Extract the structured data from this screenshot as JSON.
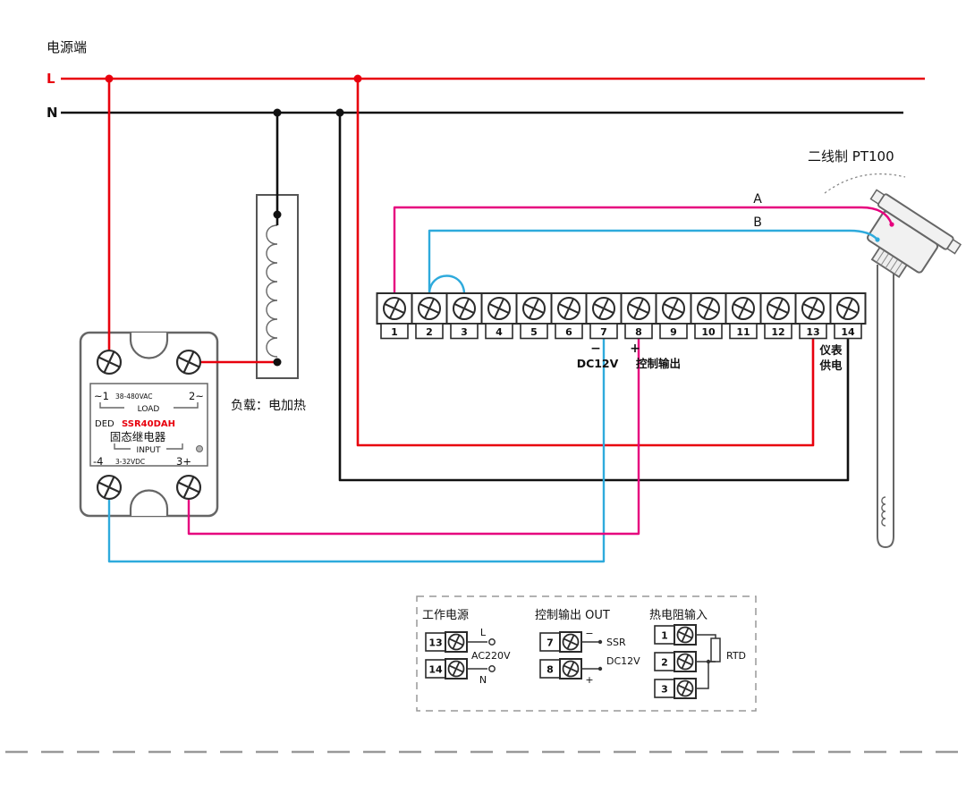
{
  "colors": {
    "l_red": "#e8000d",
    "n_black": "#111111",
    "wire_pink": "#e6007e",
    "wire_blue": "#2eaadc",
    "outline_gray": "#666666"
  },
  "power": {
    "title": "电源端",
    "l_label": "L",
    "n_label": "N"
  },
  "load": {
    "label": "负载：电加热"
  },
  "ssr": {
    "ac_left": "~1",
    "ac_rating": "38-480VAC",
    "ac_right": "2~",
    "load_bracket": "LOAD",
    "brand": "DED",
    "model": "SSR40DAH",
    "name": "固态继电器",
    "input_bracket": "INPUT",
    "dc_left": "-4",
    "dc_rating": "3-32VDC",
    "dc_right": "3+"
  },
  "sensor": {
    "title": "二线制 PT100",
    "wire_a_label": "A",
    "wire_b_label": "B"
  },
  "terminal_strip": {
    "numbers": [
      "1",
      "2",
      "3",
      "4",
      "5",
      "6",
      "7",
      "8",
      "9",
      "10",
      "11",
      "12",
      "13",
      "14"
    ],
    "minus": "−",
    "plus": "+",
    "dc12v_label": "DC12V",
    "control_output_label": "控制输出",
    "meter_supply_line1": "仪表",
    "meter_supply_line2": "供电"
  },
  "legend": {
    "power": {
      "title": "工作电源",
      "t13": "13",
      "t14": "14",
      "l": "L",
      "n": "N",
      "voltage": "AC220V"
    },
    "output": {
      "title": "控制输出 OUT",
      "t7": "7",
      "t8": "8",
      "minus": "−",
      "plus": "+",
      "device": "SSR",
      "voltage": "DC12V"
    },
    "rtd": {
      "title": "热电阻输入",
      "t1": "1",
      "t2": "2",
      "t3": "3",
      "label": "RTD"
    }
  }
}
